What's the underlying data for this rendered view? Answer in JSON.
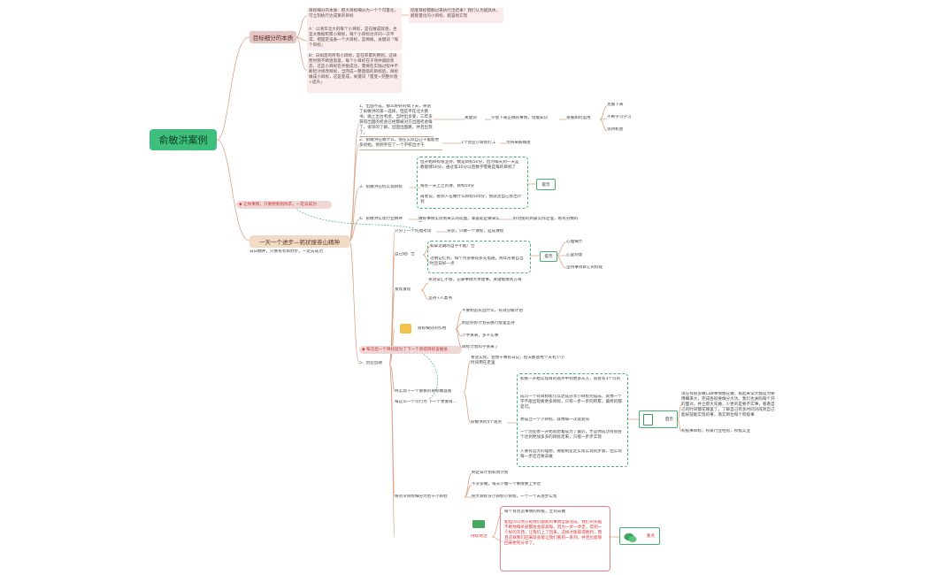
{
  "root": {
    "label": "俞敏洪案例"
  },
  "branch_top": {
    "label": "目标细分的本质",
    "notes": [
      "目标细分的本质：把大目标细分为一个个可量化、可立刻执行达成果的目标",
      "A：以清华北大的每个小目标，是在做成就感，也是大数据积累小目标，每个小目标也许同一次平常，把固定设备一个大目标，是梅根，关键词「每个目标」",
      "B：日拟定的所有小目标，是在积累利用到，这样而时我不断逐渐意，每个小目标在子项并跟踪状态，这是小目标在手能成功，需要在实践过程中不断检讨修改目标，当完成一整量级的目标后，目标做成小目标，这是变成，关键词「量变+完整价值+提升」"
    ],
    "side_note": "彻底目标都翻过来执行出结果？我们认为越具体，越能量化的小目标，越容易实现"
  },
  "callout_top": "让你事情，只要想到到你求，一定去成功",
  "branch_mid": {
    "label": "一天一个进步—躬状振奋山精神",
    "sub": "日日精神，只要有有目办步，一定去成功"
  },
  "items": {
    "i1": "1、出国不成，那么好好的搞下去，英语了俞敏洪的第一选择，但是平在北大教书，抛上出台考虑，当时出多受，三年多获得出国的机会已经都被对方出国考虑每了。很深的了解，出国出国路，并且出现了。",
    "i1_a": "关键词",
    "i1_b": "学会下来正确的事情，借着知识",
    "i1_c": "发展如何运用",
    "i1_d": [
      "克服下来",
      "不断学习学习",
      "等待机会"
    ],
    "i2": "2、俞敏洪在教什么，他在实际自己干着能更多初始，他到手在了一个学校出才干",
    "i2_a": "1个创业小目标打工",
    "i2_b": "为将来被确阻",
    "i3": "3、俞敏洪在何实现目标",
    "i3_a": "但开始目标很坚持，数是目标50分，因为每天到一天是教能够50分，通过第30分以后数学需要是每的目标了",
    "i3_b": "每名一天上之的课，目标50分",
    "i3_c": "再者说，看到人在做什么目标500分，他就走自己办出计划",
    "i3_tag": "提示",
    "i4": "4、俞敏洪实现行业精神",
    "i4_a": "做好事情实际到来实的前面，掌握就是做来实现",
    "i4_b": "好功能的到最实际定准，看有分数的",
    "i5": "5、创业后期",
    "r1": "只分了一个托福考试",
    "r1_a": "背景，只做一个课程，是成课程",
    "r2": "自己贴广告",
    "r2_a": "如拿近期的自学不能广告",
    "r2_b": "过剩记忆到，每个月多要得多充电通，两年形要自当时且日好一点",
    "r2_tag": "提示",
    "r2_c": [
      "心理细节",
      "心里刻意",
      "坚持事项目它的好处"
    ],
    "r3": "发现发现",
    "r3_a": "英语常汇不够，记录事情大体建事，关键能摸到方将",
    "r3_b": "坚持+人类书",
    "r4": "目标细分的作用",
    "r4_list": [
      "不要制造长远什么，有效分解计划",
      "制定好好计划去执行能量坚持",
      "少手关来，多干实事",
      "目标计划科学到来了"
    ],
    "callout_mid": "每次后一个目标就为了下一个新得目标奋推进",
    "r5": "共实现下一个重要的目标做准备",
    "r5_sub": "每这么一个可行为 下一个更重目…",
    "r5_a": "希望实现，会想干事有日记，程天都会用个天有少小时间用在走里",
    "r5_b": "俞敏洪的5个观点",
    "r5_list": [
      "如看一开始实现目的观点中到更多东方，就会有3个可的",
      "成可一个有目标能可以达成分享小目标完成成，就像一个学不能出现要更多目标，只有一步一步的积累，最终的都是可。",
      "想成立一个小目标，就像每一次就变得",
      "一个创业者一开始就想着成为了最厉，才是你成功有很各个达到更加多多的目标走来，只能一步步实现",
      "人要有远大的理想，要能制定走实现实现的步骤，但实现每一步还还要去做"
    ],
    "r5_tag": "启示",
    "r5_note": "现在有很多做口碑事情都在做，看起来读大都是为要用细来大，完成各很要做分大功，我们也关照每个开的面对，并立即大先做，少更的是要不实事，看看自己的时间都花哪里了，了解自己有多时间对成到自己能好就能实现的事，落实到位每个积极事",
    "r5_note2": "积极事目标，积累行业经验，积极实业",
    "r6": "将有令目标细分为若干小目标",
    "r6_list": [
      "制定日计划和周计划",
      "不求多做，每天少做一个事情要上手达",
      "把大目标分小目标小目标，一个一个去逐步实现"
    ],
    "r7": "持续地活",
    "r7_a": "每个有创造事情的积极，立刻去做",
    "r7_b": "能挂的可地方把我们都能的事情全部完成，我们的头脑不断地每条部都会会提高每，因为一步一步走，得到一个好的东西，让我们上了回来。这样才能取得胜利，而且这样我们回来就会能让我们看到一系列，并且也能够回来更有分享了。",
    "r7_tag": "重点"
  },
  "colors": {
    "root": "#3fbf7c",
    "accent_green": "#45b36e",
    "accent_red": "#e58686",
    "line": "#d9a68a"
  }
}
